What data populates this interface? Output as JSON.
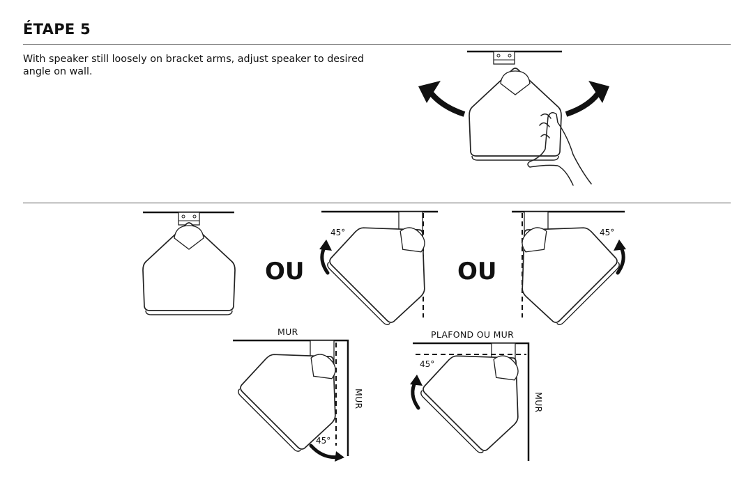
{
  "step": {
    "title": "ÉTAPE 5",
    "instruction": "With speaker still loosely on bracket arms, adjust speaker to desired angle on wall."
  },
  "options": {
    "separator_1": "OU",
    "separator_2": "OU"
  },
  "angles": {
    "left_rotation": "45°",
    "right_rotation": "45°",
    "corner_wall": "45°",
    "corner_ceiling": "45°"
  },
  "labels": {
    "wall_top": "MUR",
    "wall_side": "MUR",
    "ceiling_or_wall": "PLAFOND OU MUR",
    "wall_side_2": "MUR"
  }
}
